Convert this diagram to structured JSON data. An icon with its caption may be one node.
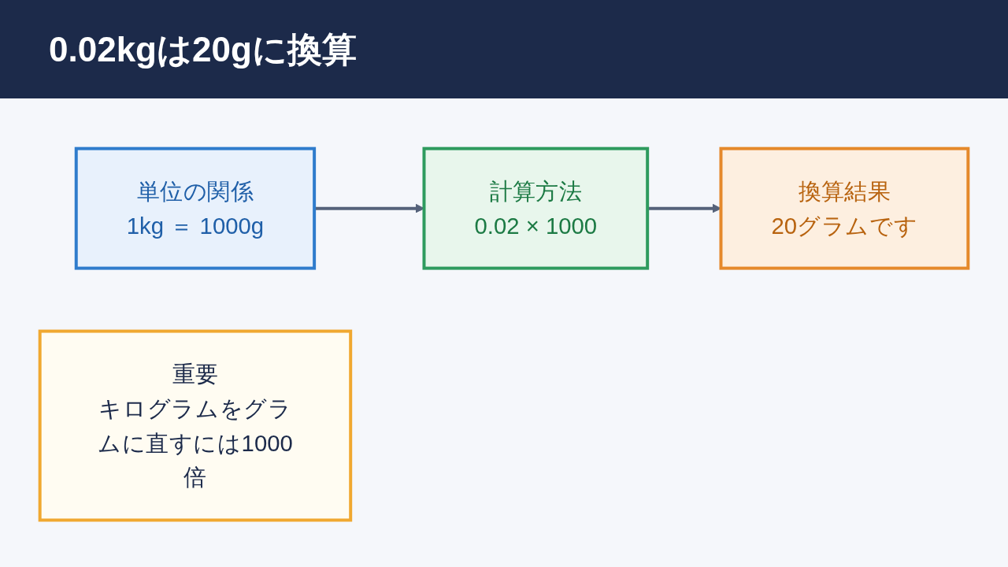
{
  "diagram": {
    "title": "0.02kgは20gに換算",
    "nodes": [
      {
        "text": [
          "単位の関係",
          "1kg ＝ 1000g"
        ]
      },
      {
        "text": [
          "計算方法",
          "0.02 × 1000"
        ]
      },
      {
        "text": [
          "換算結果",
          "20グラムです"
        ]
      },
      {
        "text": [
          "重要",
          "キログラムをグラムに直すには1000倍"
        ]
      }
    ],
    "edges": [
      {
        "from": 0,
        "to": 1,
        "arrow": "to"
      },
      {
        "from": 1,
        "to": 2,
        "arrow": "to"
      }
    ]
  }
}
